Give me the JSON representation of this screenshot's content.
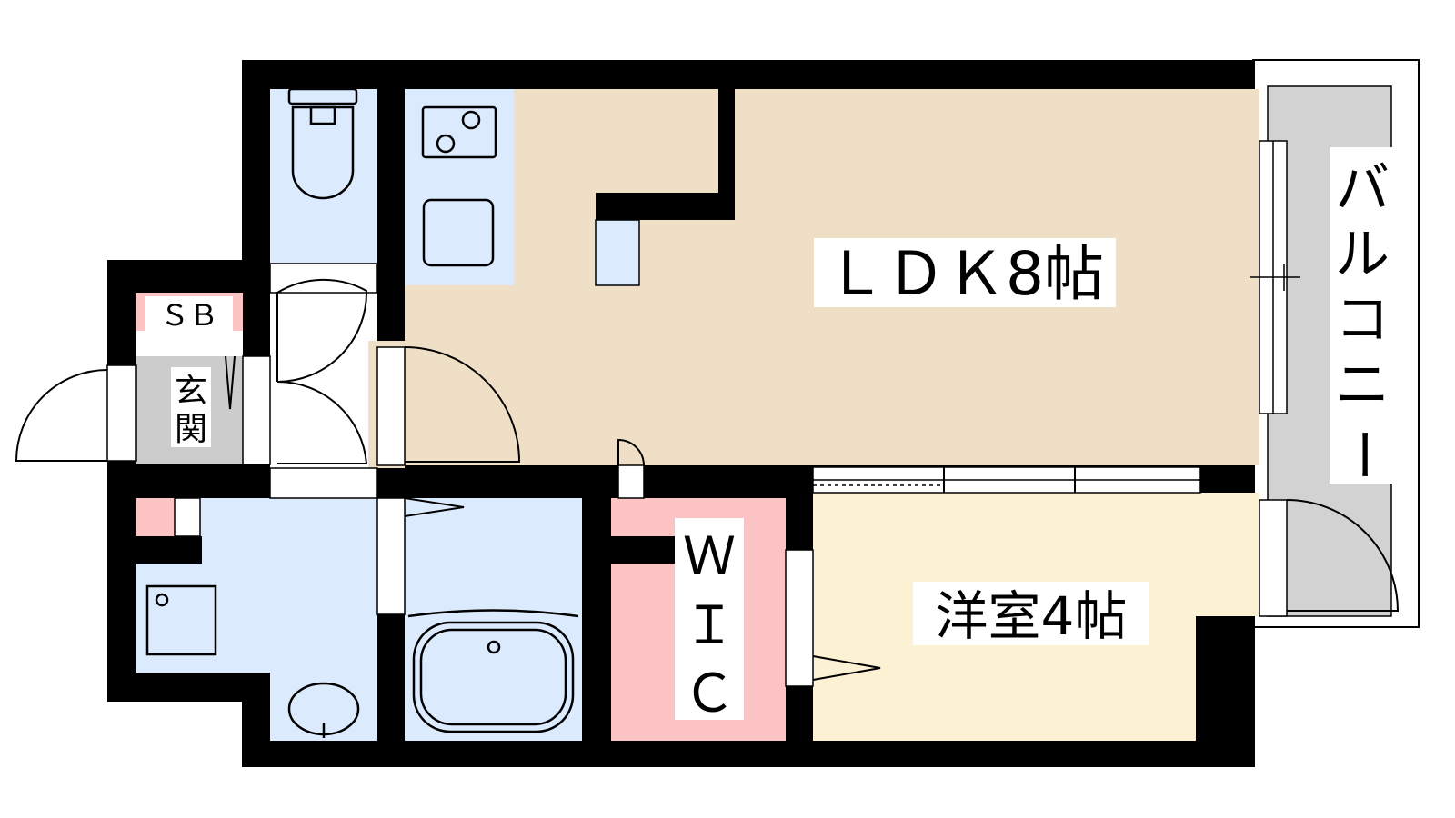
{
  "rooms": {
    "ldk": "ＬＤＫ8帖",
    "bedroom": "洋室4帖",
    "wic_w": "Ｗ",
    "wic_i": "Ｉ",
    "wic_c": "Ｃ",
    "sb": "ＳＢ",
    "genkan_1": "玄",
    "genkan_2": "関",
    "balcony_1": "バ",
    "balcony_2": "ル",
    "balcony_3": "コ",
    "balcony_4": "ニ",
    "balcony_5": "ー"
  },
  "colors": {
    "ldk": "#efdfc6",
    "bedroom": "#fdf1d4",
    "wet": "#dbeafd",
    "wic": "#fbc3c4",
    "entrance": "#cccccc",
    "balcony": "#d2d2d2",
    "wall": "#000000"
  }
}
